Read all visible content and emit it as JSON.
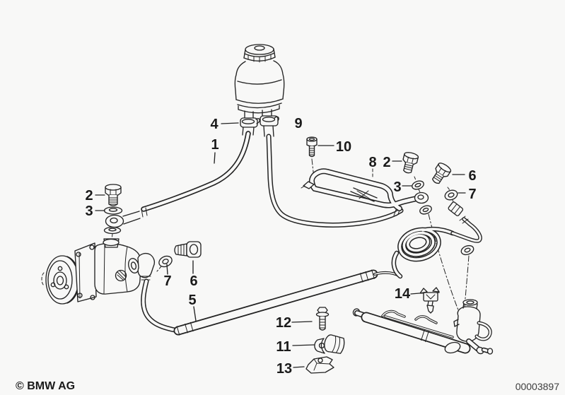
{
  "labels": {
    "l1": "1",
    "l2_pump": "2",
    "l3_pump": "3",
    "l2_rack": "2",
    "l3_rack": "3",
    "l4": "4",
    "l5": "5",
    "l6_pump": "6",
    "l7_pump": "7",
    "l6_rack": "6",
    "l7_rack": "7",
    "l8": "8",
    "l9": "9",
    "l10": "10",
    "l11": "11",
    "l12": "12",
    "l13": "13",
    "l14": "14"
  },
  "footer": {
    "copyright": "© BMW AG",
    "doc_number": "00003897"
  },
  "colors": {
    "background": "#f8f8f7",
    "line_art": "#232323",
    "callout_text": "#1a1a1a",
    "doc_number_text": "#3d3d3d"
  }
}
